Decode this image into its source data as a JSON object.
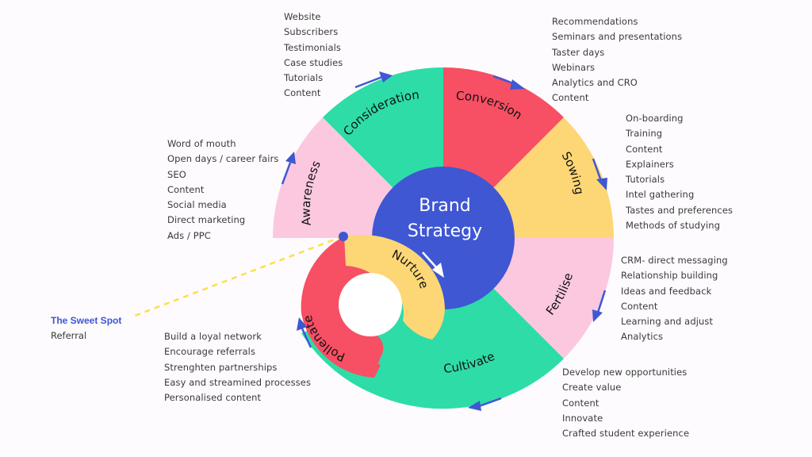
{
  "diagram": {
    "title": "Brand Strategy",
    "title_lines": [
      "Brand",
      "Strategy"
    ],
    "colors": {
      "pink": "#fbc8e0",
      "green": "#2edca8",
      "red": "#f74f64",
      "yellow": "#fdd775",
      "blue": "#3f57d3",
      "arrow": "#3f57d3",
      "dashed_line": "#fde047",
      "text": "#3a3a3a"
    },
    "segments": [
      {
        "name": "Awareness",
        "color": "pink",
        "items": [
          "Word of mouth",
          "Open days / career fairs",
          "SEO",
          "Content",
          "Social media",
          "Direct marketing",
          "Ads / PPC"
        ]
      },
      {
        "name": "Consideration",
        "color": "green",
        "items": [
          "Website",
          "Subscribers",
          "Testimonials",
          "Case studies",
          "Tutorials",
          "Content"
        ]
      },
      {
        "name": "Conversion",
        "color": "red",
        "items": [
          "Recommendations",
          "Seminars and presentations",
          "Taster days",
          "Webinars",
          "Analytics and CRO",
          "Content"
        ]
      },
      {
        "name": "Sowing",
        "color": "yellow",
        "items": [
          "On-boarding",
          "Training",
          "Content",
          "Explainers",
          "Tutorials",
          "Intel gathering",
          "Tastes and preferences",
          "Methods of studying"
        ]
      },
      {
        "name": "Fertilise",
        "color": "pink",
        "items": [
          "CRM- direct messaging",
          "Relationship building",
          "Ideas and feedback",
          "Content",
          "Learning and adjust",
          "Analytics"
        ]
      },
      {
        "name": "Cultivate",
        "color": "green",
        "items": [
          "Develop new opportunities",
          "Create value",
          "Content",
          "Innovate",
          "Crafted student experience"
        ]
      },
      {
        "name": "Pollenate",
        "color": "red",
        "items": [
          "Build a loyal network",
          "Encourage referrals",
          "Strenghten partnerships",
          "Easy and streamined processes",
          "Personalised content"
        ]
      },
      {
        "name": "Nurture",
        "color": "yellow",
        "items": []
      }
    ],
    "sweet_spot": {
      "title": "The Sweet Spot",
      "items": [
        "Referral"
      ]
    }
  }
}
